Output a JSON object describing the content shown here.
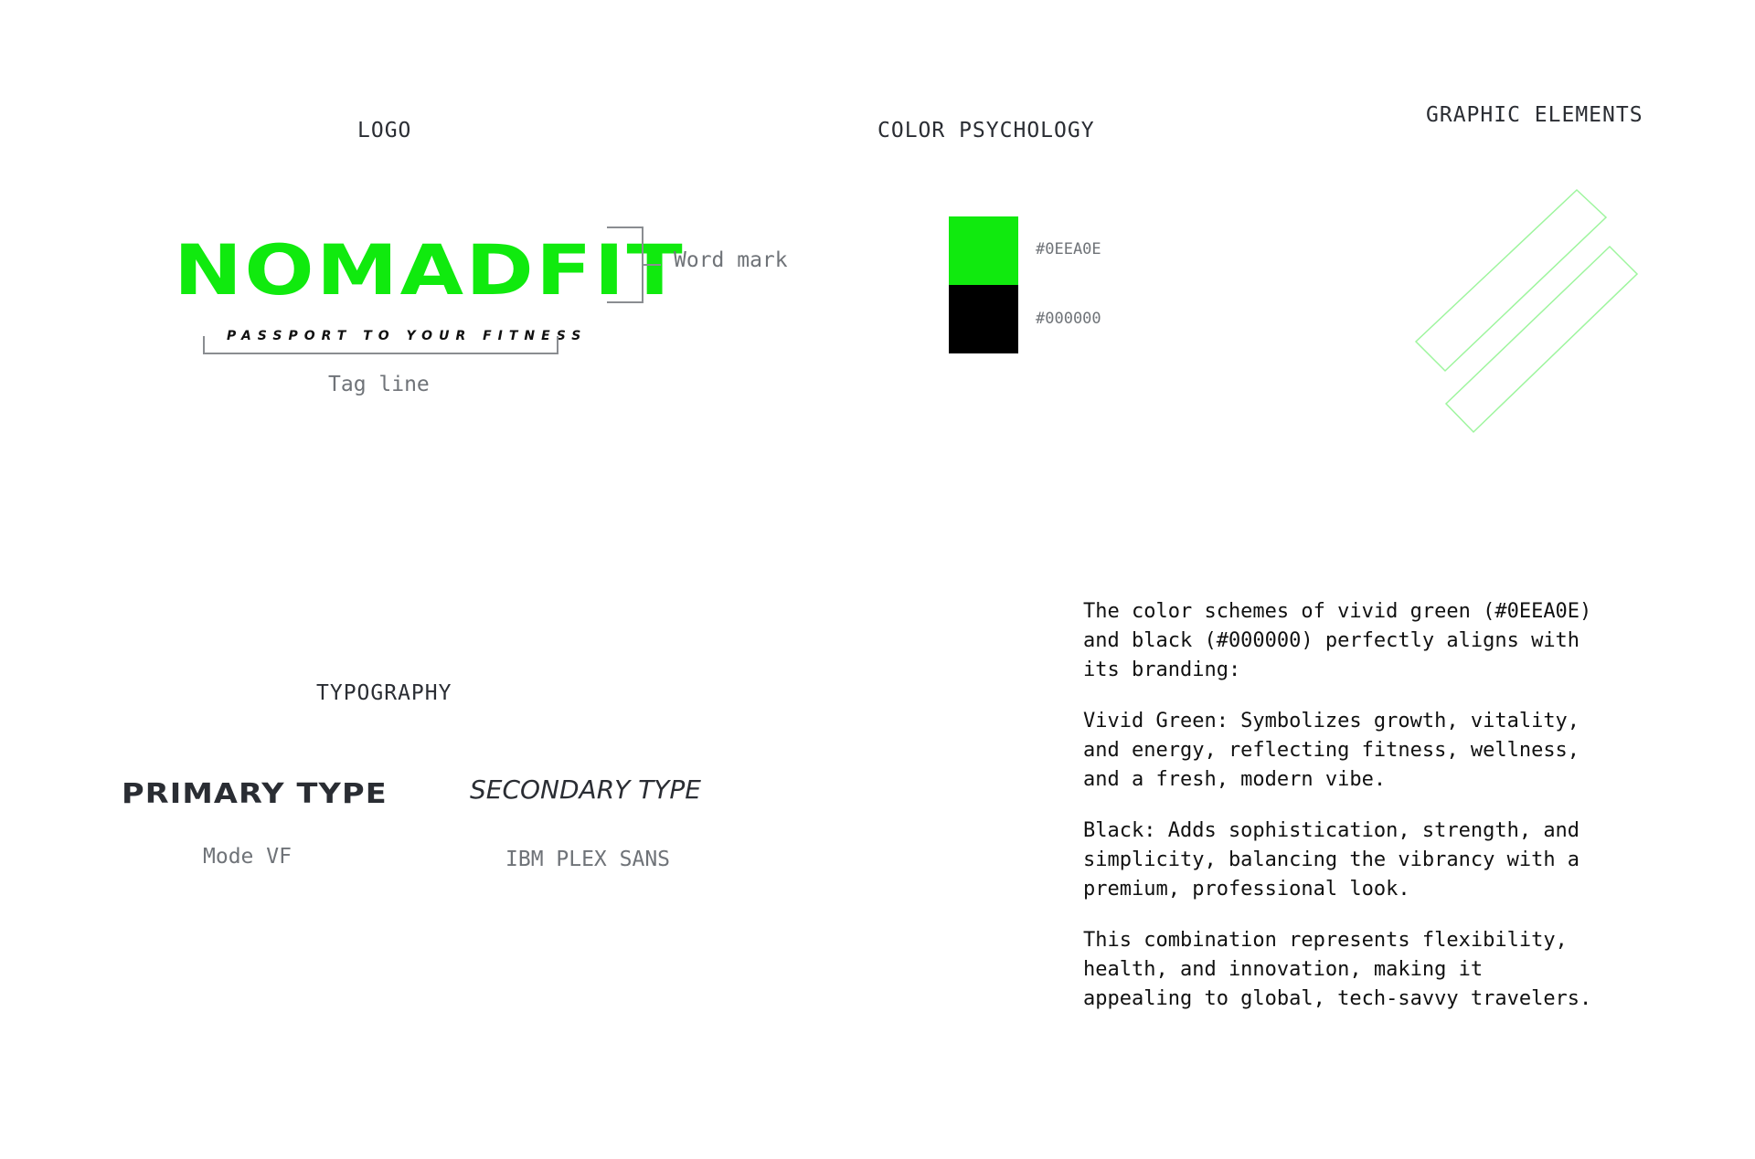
{
  "logo": {
    "title": "LOGO",
    "wordmark": "NOMADFIT",
    "tagline": "PASSPORT TO YOUR FITNESS",
    "wordmark_callout": "Word mark",
    "tagline_callout": "Tag line"
  },
  "color_psychology": {
    "title": "COLOR PSYCHOLOGY",
    "swatches": [
      {
        "hex_label": "#0EEA0E",
        "color": "#10ea0e"
      },
      {
        "hex_label": "#000000",
        "color": "#000000"
      }
    ]
  },
  "graphic_elements": {
    "title": "GRAPHIC ELEMENTS",
    "stroke_color": "#9ef59e"
  },
  "typography": {
    "title": "TYPOGRAPHY",
    "primary": {
      "sample": "PRIMARY TYPE",
      "font_name": "Mode VF"
    },
    "secondary": {
      "sample": "SECONDARY TYPE",
      "font_name": "IBM PLEX SANS"
    }
  },
  "description": {
    "paragraphs": [
      "The color schemes of vivid green (#0EEA0E)\nand black (#000000) perfectly aligns with\nits branding:",
      "Vivid Green: Symbolizes growth, vitality,\nand energy, reflecting fitness, wellness,\nand a fresh, modern vibe.",
      "Black: Adds sophistication, strength, and\nsimplicity, balancing the vibrancy with a\npremium, professional look.",
      "This combination represents flexibility,\nhealth, and innovation, making it\nappealing to global, tech-savvy travelers."
    ]
  },
  "colors": {
    "brand_green": "#10ea0e",
    "text_dark": "#2a2d33",
    "text_muted": "#6f7378"
  }
}
